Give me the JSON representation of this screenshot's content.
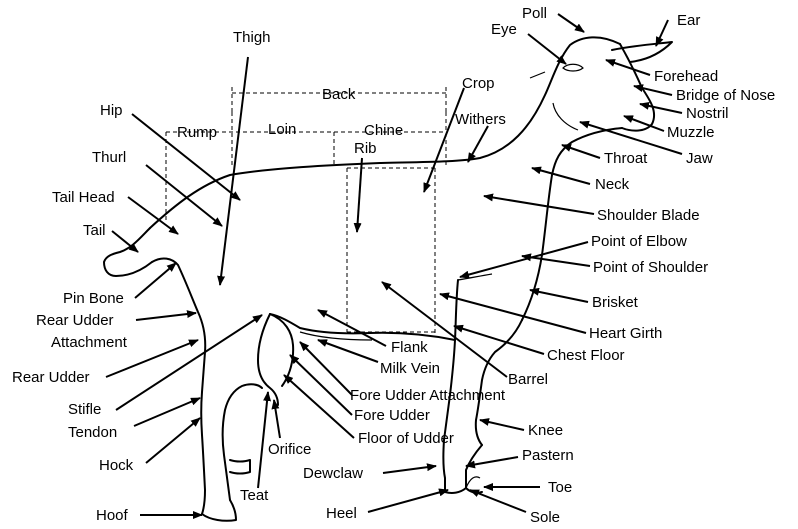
{
  "labels": {
    "thigh": "Thigh",
    "back": "Back",
    "rump": "Rump",
    "loin": "Loin",
    "chine": "Chine",
    "rib": "Rib",
    "crop": "Crop",
    "withers": "Withers",
    "hip": "Hip",
    "thurl": "Thurl",
    "tail_head": "Tail Head",
    "tail": "Tail",
    "pin_bone": "Pin Bone",
    "rear_udder_attachment_1": "Rear Udder",
    "rear_udder_attachment_2": "Attachment",
    "rear_udder": "Rear Udder",
    "stifle": "Stifle",
    "tendon": "Tendon",
    "hock": "Hock",
    "hoof": "Hoof",
    "teat": "Teat",
    "orifice": "Orifice",
    "dewclaw": "Dewclaw",
    "heel": "Heel",
    "sole": "Sole",
    "toe": "Toe",
    "pastern": "Pastern",
    "knee": "Knee",
    "floor_of_udder": "Floor of Udder",
    "fore_udder": "Fore Udder",
    "fore_udder_attachment": "Fore Udder Attachment",
    "barrel": "Barrel",
    "milk_vein": "Milk Vein",
    "flank": "Flank",
    "chest_floor": "Chest Floor",
    "heart_girth": "Heart Girth",
    "brisket": "Brisket",
    "point_of_shoulder": "Point of Shoulder",
    "point_of_elbow": "Point of Elbow",
    "shoulder_blade": "Shoulder Blade",
    "neck": "Neck",
    "throat": "Throat",
    "jaw": "Jaw",
    "muzzle": "Muzzle",
    "nostril": "Nostril",
    "bridge_of_nose": "Bridge of Nose",
    "forehead": "Forehead",
    "ear": "Ear",
    "poll": "Poll",
    "eye": "Eye"
  }
}
